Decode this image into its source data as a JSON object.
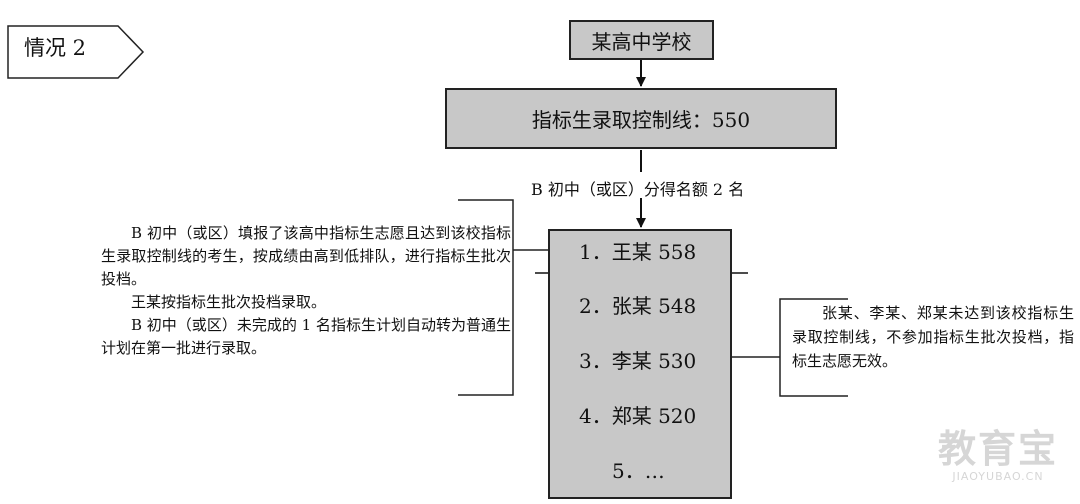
{
  "tag": {
    "label": "情况 2"
  },
  "school": {
    "label": "某高中学校"
  },
  "cutoff": {
    "label": "指标生录取控制线：550"
  },
  "quota": {
    "label": "B 初中（或区）分得名额 2 名"
  },
  "ranking": [
    {
      "label": "1．王某 558"
    },
    {
      "label": "2．张某 548"
    },
    {
      "label": "3．李某 530"
    },
    {
      "label": "4．郑某 520"
    },
    {
      "label": "5．…"
    }
  ],
  "left_note": {
    "paragraphs": [
      "B 初中（或区）填报了该高中指标生志愿且达到该校指标生录取控制线的考生，按成绩由高到低排队，进行指标生批次投档。",
      "王某按指标生批次投档录取。",
      "B 初中（或区）未完成的 1 名指标生计划自动转为普通生计划在第一批进行录取。"
    ]
  },
  "right_note": {
    "text": "张某、李某、郑某未达到该校指标生录取控制线，不参加指标生批次投档，指标生志愿无效。"
  },
  "watermark": {
    "brand": "教育宝",
    "url": "JIAOYUBAO.CN"
  },
  "colors": {
    "box_fill": "#c8c8c8",
    "stroke": "#222222"
  }
}
